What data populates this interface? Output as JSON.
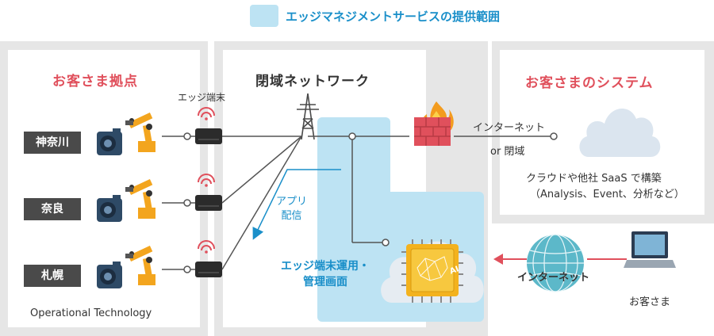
{
  "legend": {
    "label": "エッジマネジメントサービスの提供範囲",
    "color": "#bde3f3"
  },
  "customer_sites": {
    "title": "お客さま拠点",
    "edge_device_label": "エッジ端末",
    "sites": [
      "神奈川",
      "奈良",
      "札幌"
    ],
    "footer": "Operational Technology"
  },
  "closed_network": {
    "title": "閉域ネットワーク",
    "app_delivery": [
      "アプリ",
      "配信"
    ],
    "edge_ops": [
      "エッジ端末運用・",
      "管理画面"
    ],
    "chip_label": "AI"
  },
  "customer_system": {
    "title": "お客さまのシステム",
    "link_label_1": "インターネット",
    "link_label_2": "or 閉域",
    "cloud_desc_1": "クラウドや他社 SaaS で構築",
    "cloud_desc_2": "（Analysis、Event、分析など）"
  },
  "internet": {
    "label": "インターネット",
    "customer_label": "お客さま"
  },
  "colors": {
    "accent_red": "#e0505c",
    "accent_blue": "#1a8fc9",
    "service_area": "#bde3f3",
    "panel_gray": "#e6e6e6",
    "robot_orange": "#f3a51e",
    "camera_navy": "#2e4a66"
  }
}
